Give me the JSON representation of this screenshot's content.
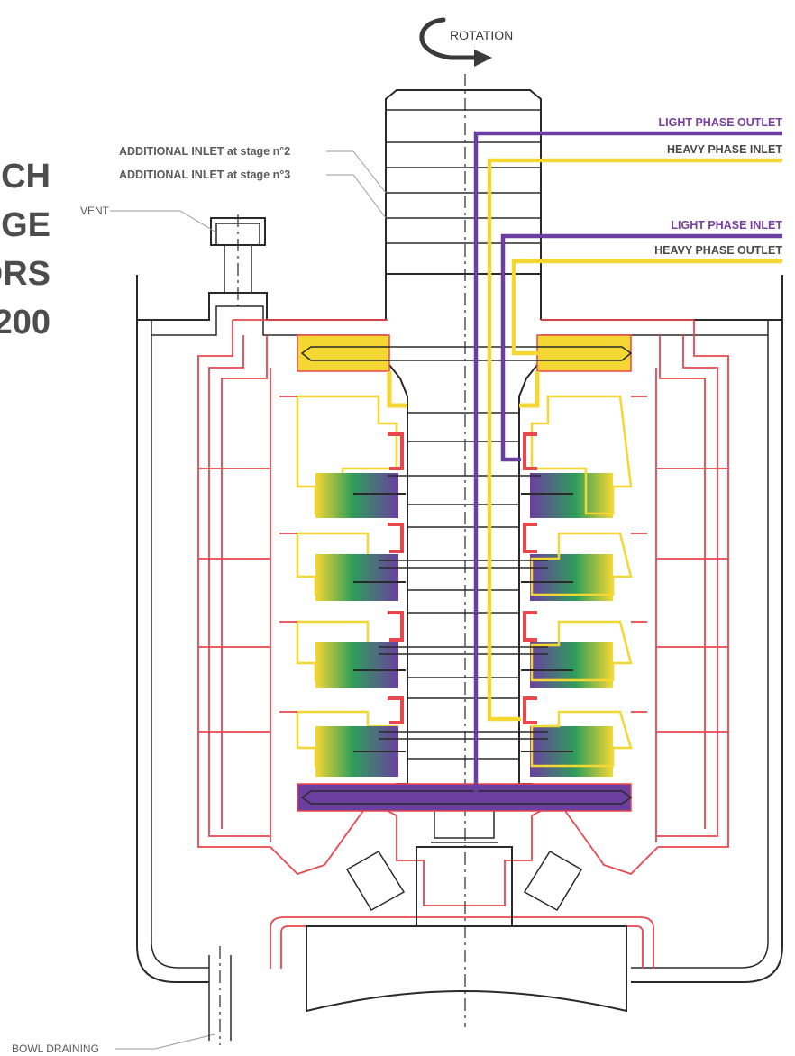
{
  "title_fragments": [
    "CH",
    "GE",
    "ORS",
    "200"
  ],
  "rotation": {
    "label": "ROTATION"
  },
  "labels": {
    "additional_inlet_2": "ADDITIONAL INLET at stage n°2",
    "additional_inlet_3": "ADDITIONAL INLET at stage n°3",
    "vent": "VENT",
    "light_phase_outlet": "LIGHT PHASE OUTLET",
    "heavy_phase_inlet": "HEAVY PHASE INLET",
    "light_phase_inlet": "LIGHT PHASE INLET",
    "heavy_phase_outlet": "HEAVY PHASE OUTLET",
    "bowl_draining": "BOWL DRAINING"
  },
  "colors": {
    "light_phase": "#6b3fa0",
    "heavy_phase": "#f5d733",
    "housing_outline": "#e8474e",
    "rotor_outline": "#2a2a2a",
    "mixing_zone_start": "#f5d733",
    "mixing_zone_mid": "#2e9e5a",
    "mixing_zone_end": "#6b3fa0"
  },
  "stages": 4
}
